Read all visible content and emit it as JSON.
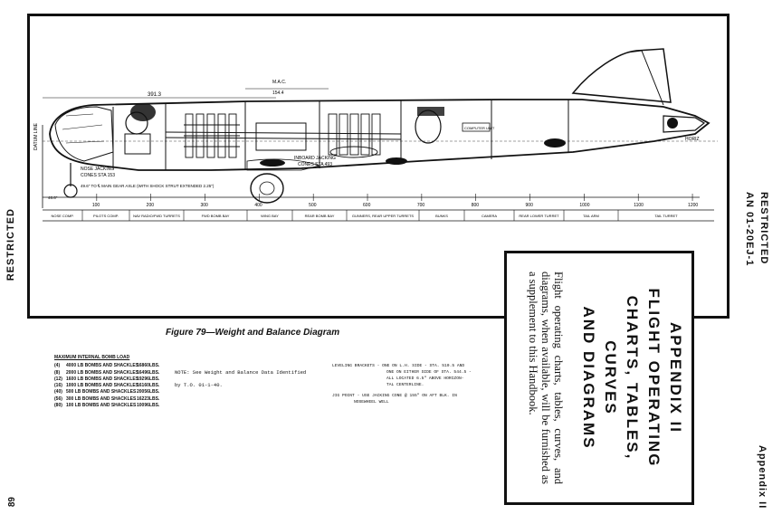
{
  "margin": {
    "left_label": "RESTRICTED",
    "page_number": "89",
    "right_top_restricted": "RESTRICTED",
    "right_top_doc": "AN 01-20EJ-1",
    "right_bottom": "Appendix II"
  },
  "diagram": {
    "dimension_top": "391.3",
    "mac_label": "M.A.C.",
    "mac_value": "154.4",
    "datum_line": "DATUM LINE",
    "horiz_label": "HORIZ",
    "nose_jacking": "NOSE JACKING",
    "nose_jacking_sta": "CONES STA 153",
    "inboard_jacking": "INBOARD JACKING",
    "inboard_jacking_sta": "CONES STA 493",
    "main_gear_note": "49.6\" TO ℄ MAIN GEAR AXLE (WITH SHOCK STRUT EXTENDED 2.25\")",
    "axle_offset": "46.6\"",
    "stations": [
      "100",
      "200",
      "300",
      "400",
      "500",
      "600",
      "700",
      "800",
      "900",
      "1000",
      "1100",
      "1200"
    ],
    "sections": [
      "NOSE COMP.",
      "PILOTS COMP.",
      "NAV RADIO/FWD TURRETS",
      "FWD BOMB BAY",
      "WING BAY",
      "REAR BOMB BAY",
      "GUNNERS, REAR UPPER TURRETS",
      "BUNKS",
      "CAMERA",
      "REAR LOWER TURRET",
      "TAIL ARM",
      "TAIL TURRET"
    ],
    "inset_label": "COMPUTER UNIT"
  },
  "caption": "Figure 79—Weight and Balance Diagram",
  "bomb_load": {
    "title": "MAXIMUM INTERNAL BOMB LOAD",
    "rows": [
      {
        "qty": "(4)",
        "desc": "4000 LB BOMBS AND SHACKLES",
        "weight": "16860LBS."
      },
      {
        "qty": "(8)",
        "desc": "2000 LB BOMBS AND SHACKLES",
        "weight": "16496LBS."
      },
      {
        "qty": "(12)",
        "desc": "1600 LB BOMBS AND SHACKLES",
        "weight": "19296LBS."
      },
      {
        "qty": "(16)",
        "desc": "1000 LB BOMBS AND SHACKLES",
        "weight": "16160LBS."
      },
      {
        "qty": "(40)",
        "desc": "500 LB BOMBS AND SHACKLES",
        "weight": "20056LBS."
      },
      {
        "qty": "(56)",
        "desc": "300 LB BOMBS AND SHACKLES",
        "weight": "16223LBS."
      },
      {
        "qty": "(80)",
        "desc": "100 LB BOMBS AND SHACKLES",
        "weight": "10096LBS."
      }
    ]
  },
  "note": {
    "line1": "NOTE:  See Weight and Balance Data Identified",
    "line2": "by T.O. 01-1-40."
  },
  "leveling": {
    "line1": "LEVELING BRACKETS - ONE ON L.H. SIDE - STA. 510.5 AND",
    "line2": "ONE ON EITHER SIDE OF STA. 544.5 -",
    "line3": "ALL LOCATED 6.5\" ABOVE HORIZON-",
    "line4": "TAL CENTERLINE.",
    "line5": "JIG POINT - USE JACKING CONE @ 155\" ON AFT BLK. IN",
    "line6": "NOSEWHEEL WELL"
  },
  "appendix": {
    "heading1": "APPENDIX II",
    "heading2": "FLIGHT OPERATING",
    "heading3": "CHARTS, TABLES, CURVES",
    "heading4": "AND DIAGRAMS",
    "body": "Flight operating charts, tables, curves, and diagrams, when available, will be furnished as a supplement to this Handbook."
  }
}
